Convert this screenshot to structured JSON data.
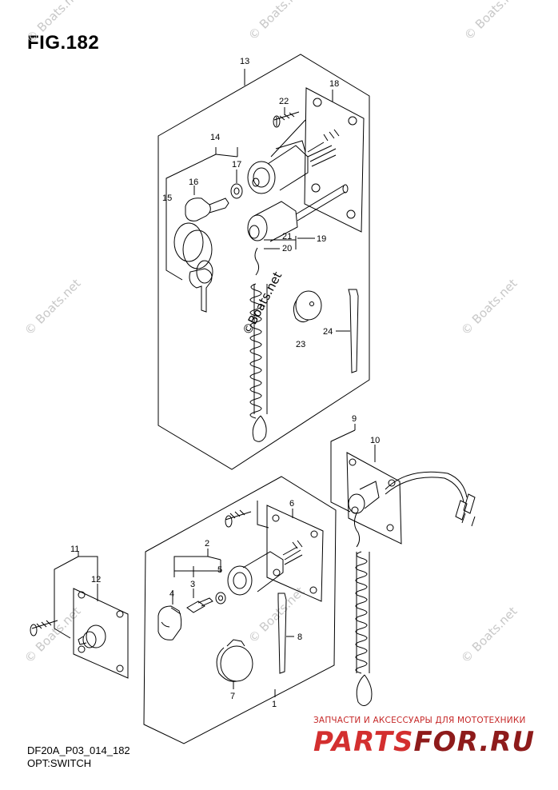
{
  "figure": {
    "title": "FIG.182",
    "code": "DF20A_P03_014_182",
    "caption": "OPT:SWITCH"
  },
  "callouts": {
    "c1": "1",
    "c2": "2",
    "c3": "3",
    "c4": "4",
    "c5": "5",
    "c6": "6",
    "c7": "7",
    "c8": "8",
    "c9": "9",
    "c10": "10",
    "c11": "11",
    "c12": "12",
    "c13": "13",
    "c14": "14",
    "c15": "15",
    "c16": "16",
    "c17": "17",
    "c18": "18",
    "c19": "19",
    "c20": "20",
    "c21": "21",
    "c22": "22",
    "c23": "23",
    "c24": "24"
  },
  "watermark": {
    "text": "© Boats.net",
    "center_text": "©Boats.net"
  },
  "shop": {
    "tagline": "ЗАПЧАСТИ И АКСЕССУАРЫ ДЛЯ МОТОТЕХНИКИ",
    "logo_part1": "PARTS",
    "logo_part2": "FOR.RU"
  },
  "colors": {
    "line": "#000000",
    "watermark": "#c8c8c8",
    "shop_red": "#d32f2f"
  }
}
